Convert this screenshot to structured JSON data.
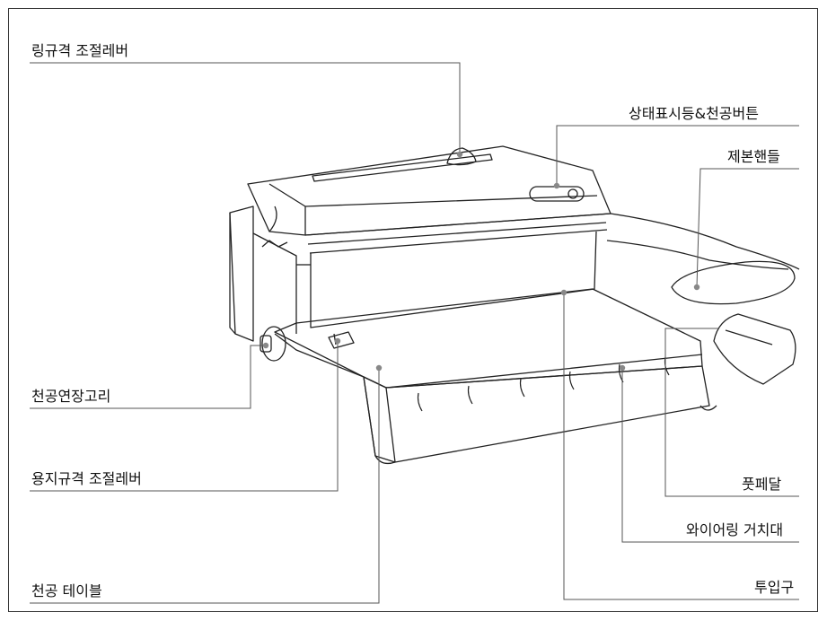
{
  "labels": {
    "ring_size_lever": "링규격 조절레버",
    "status_light_punch_button": "상태표시등&천공버튼",
    "binding_handle": "제본핸들",
    "punch_extension_ring": "천공연장고리",
    "paper_size_lever": "용지규격 조절레버",
    "punch_table": "천공 테이블",
    "foot_pedal": "풋페달",
    "wire_ring_holder": "와이어링 거치대",
    "inlet": "투입구"
  },
  "colors": {
    "line": "#555555",
    "outline": "#222222",
    "dot": "#888888"
  }
}
